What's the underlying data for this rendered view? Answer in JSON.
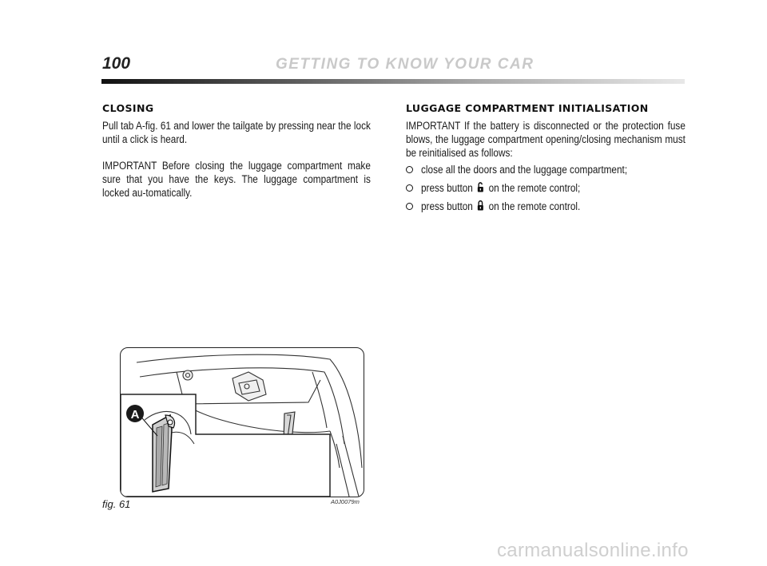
{
  "header": {
    "page_number": "100",
    "section_title": "GETTING TO KNOW YOUR CAR"
  },
  "closing": {
    "heading": "CLOSING",
    "paragraph1": "Pull tab A-fig. 61 and lower the tailgate by pressing near the lock until a click is heard.",
    "paragraph2": "IMPORTANT Before closing the luggage compartment make sure that you have the keys. The luggage compartment is locked au-tomatically."
  },
  "initialisation": {
    "heading": "LUGGAGE COMPARTMENT INITIALISATION",
    "paragraph": "IMPORTANT If the battery is disconnected or the protection fuse blows, the luggage compartment opening/closing mechanism must be reinitialised as follows:",
    "steps": [
      {
        "before": "close all the doors and the luggage compartment;",
        "icon": "",
        "after": ""
      },
      {
        "before": "press button",
        "icon": "unlock-icon",
        "after": "on the remote control;"
      },
      {
        "before": "press button",
        "icon": "lock-icon",
        "after": "on the remote control."
      }
    ]
  },
  "figure": {
    "label_a": "A",
    "caption": "fig. 61",
    "code": "A0J0079m"
  },
  "watermark": "carmanualsonline.info"
}
